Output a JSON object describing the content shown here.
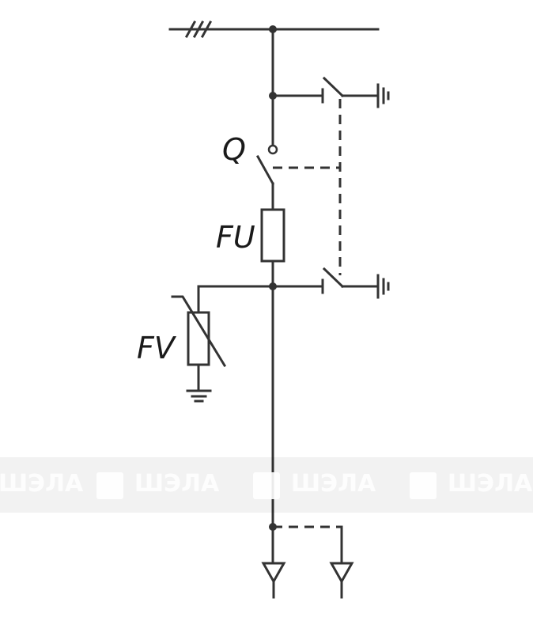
{
  "labels": {
    "switch": "Q",
    "fuse": "FU",
    "surge_arrester": "FV"
  },
  "watermark": {
    "text": "ШЭЛА"
  },
  "colors": {
    "line": "#333333",
    "background": "#ffffff"
  }
}
